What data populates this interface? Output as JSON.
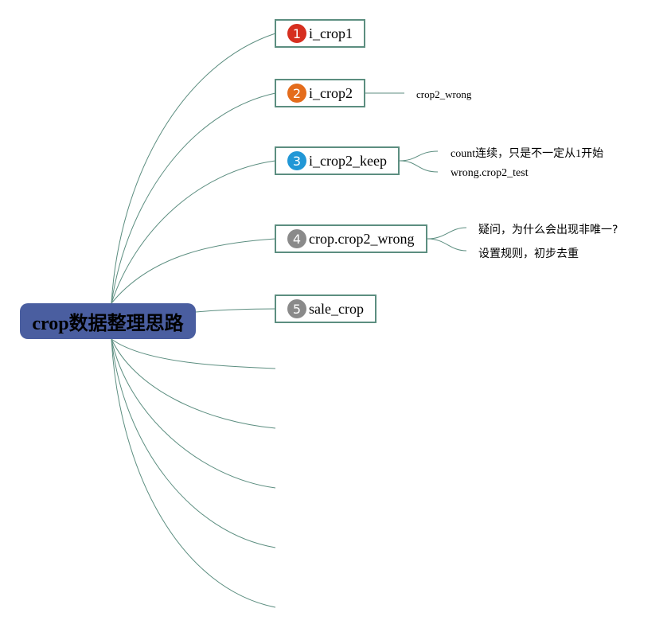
{
  "root": {
    "label": "crop数据整理思路"
  },
  "topics": [
    {
      "marker": "1",
      "marker_color": "#d62f1f",
      "label": "i_crop1"
    },
    {
      "marker": "2",
      "marker_color": "#e46c1c",
      "label": "i_crop2"
    },
    {
      "marker": "3",
      "marker_color": "#2197d6",
      "label": "i_crop2_keep"
    },
    {
      "marker": "4",
      "marker_color": "#8a8a8a",
      "label": "crop.crop2_wrong"
    },
    {
      "marker": "5",
      "marker_color": "#8a8a8a",
      "label": "sale_crop"
    }
  ],
  "subtopics": {
    "topic2": [
      "crop2_wrong"
    ],
    "topic3": [
      "count连续，只是不一定从1开始",
      "wrong.crop2_test"
    ],
    "topic4": [
      "疑问，为什么会出现非唯一?",
      "设置规则，初步去重"
    ]
  },
  "colors": {
    "line": "#5c8e80",
    "root_fill": "#4a5ea0",
    "topic_border": "#5c8e80"
  }
}
